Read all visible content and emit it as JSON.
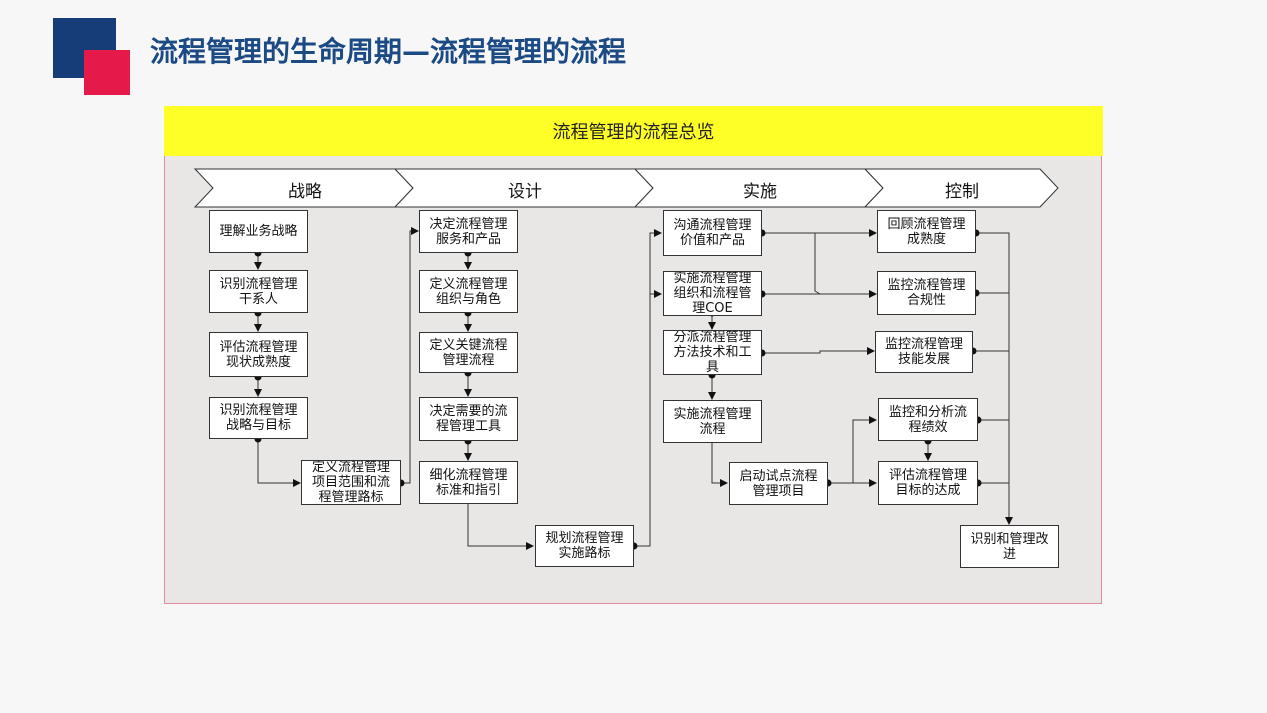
{
  "title": "流程管理的生命周期—流程管理的流程",
  "overview_title": "流程管理的流程总览",
  "phases": [
    "战略",
    "设计",
    "实施",
    "控制"
  ],
  "strategy": {
    "s1": "理解业务战略",
    "s2": "识别流程管理干系人",
    "s3": "评估流程管理现状成熟度",
    "s4": "识别流程管理战略与目标",
    "s5": "定义流程管理项目范围和流程管理路标"
  },
  "design": {
    "d1": "决定流程管理服务和产品",
    "d2": "定义流程管理组织与角色",
    "d3": "定义关键流程管理流程",
    "d4": "决定需要的流程管理工具",
    "d5": "细化流程管理标准和指引",
    "d6": "规划流程管理实施路标"
  },
  "implement": {
    "i1": "沟通流程管理价值和产品",
    "i2": "实施流程管理组织和流程管理COE",
    "i3": "分派流程管理方法技术和工具",
    "i4": "实施流程管理流程",
    "i5": "启动试点流程管理项目"
  },
  "control": {
    "c1": "回顾流程管理成熟度",
    "c2": "监控流程管理合规性",
    "c3": "监控流程管理技能发展",
    "c4": "监控和分析流程绩效",
    "c5": "评估流程管理目标的达成",
    "c6": "识别和管理改进"
  },
  "colors": {
    "header_blue": "#1b4a84",
    "logo_blue": "#173d78",
    "logo_red": "#e5194a",
    "banner_yellow": "#ffff28",
    "panel_gray": "#e8e7e6"
  }
}
